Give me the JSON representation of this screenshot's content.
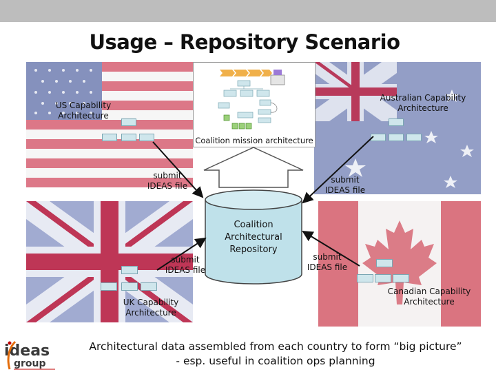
{
  "slide": {
    "title": "Usage – Repository Scenario"
  },
  "countries": {
    "us": {
      "label_line1": "US Capability",
      "label_line2": "Architecture"
    },
    "au": {
      "label_line1": "Australian Capability",
      "label_line2": "Architecture"
    },
    "uk": {
      "label_line1": "UK Capability",
      "label_line2": "Architecture"
    },
    "ca": {
      "label_line1": "Canadian Capability",
      "label_line2": "Architecture"
    }
  },
  "central": {
    "caption": "Coalition mission architecture"
  },
  "repository": {
    "line1": "Coalition",
    "line2": "Architectural",
    "line3": "Repository"
  },
  "submit": {
    "line1": "submit",
    "line2": "IDEAS file"
  },
  "footer": {
    "line1": "Architectural data assembled from each country to form “big picture”",
    "line2": "- esp. useful in coalition ops planning"
  },
  "logo": {
    "word1": "ideas",
    "word2": "group"
  },
  "colors": {
    "flag_red": "#c8102e",
    "flag_blue": "#2a3f8f",
    "box_fill": "#cfe6ec",
    "box_border": "#7aa6b3",
    "repo_fill": "#bfe1ea",
    "arrow_fill": "#ffffff",
    "topbar": "#bdbdbd",
    "logo_orange": "#e36c0a",
    "logo_red": "#c00000"
  }
}
